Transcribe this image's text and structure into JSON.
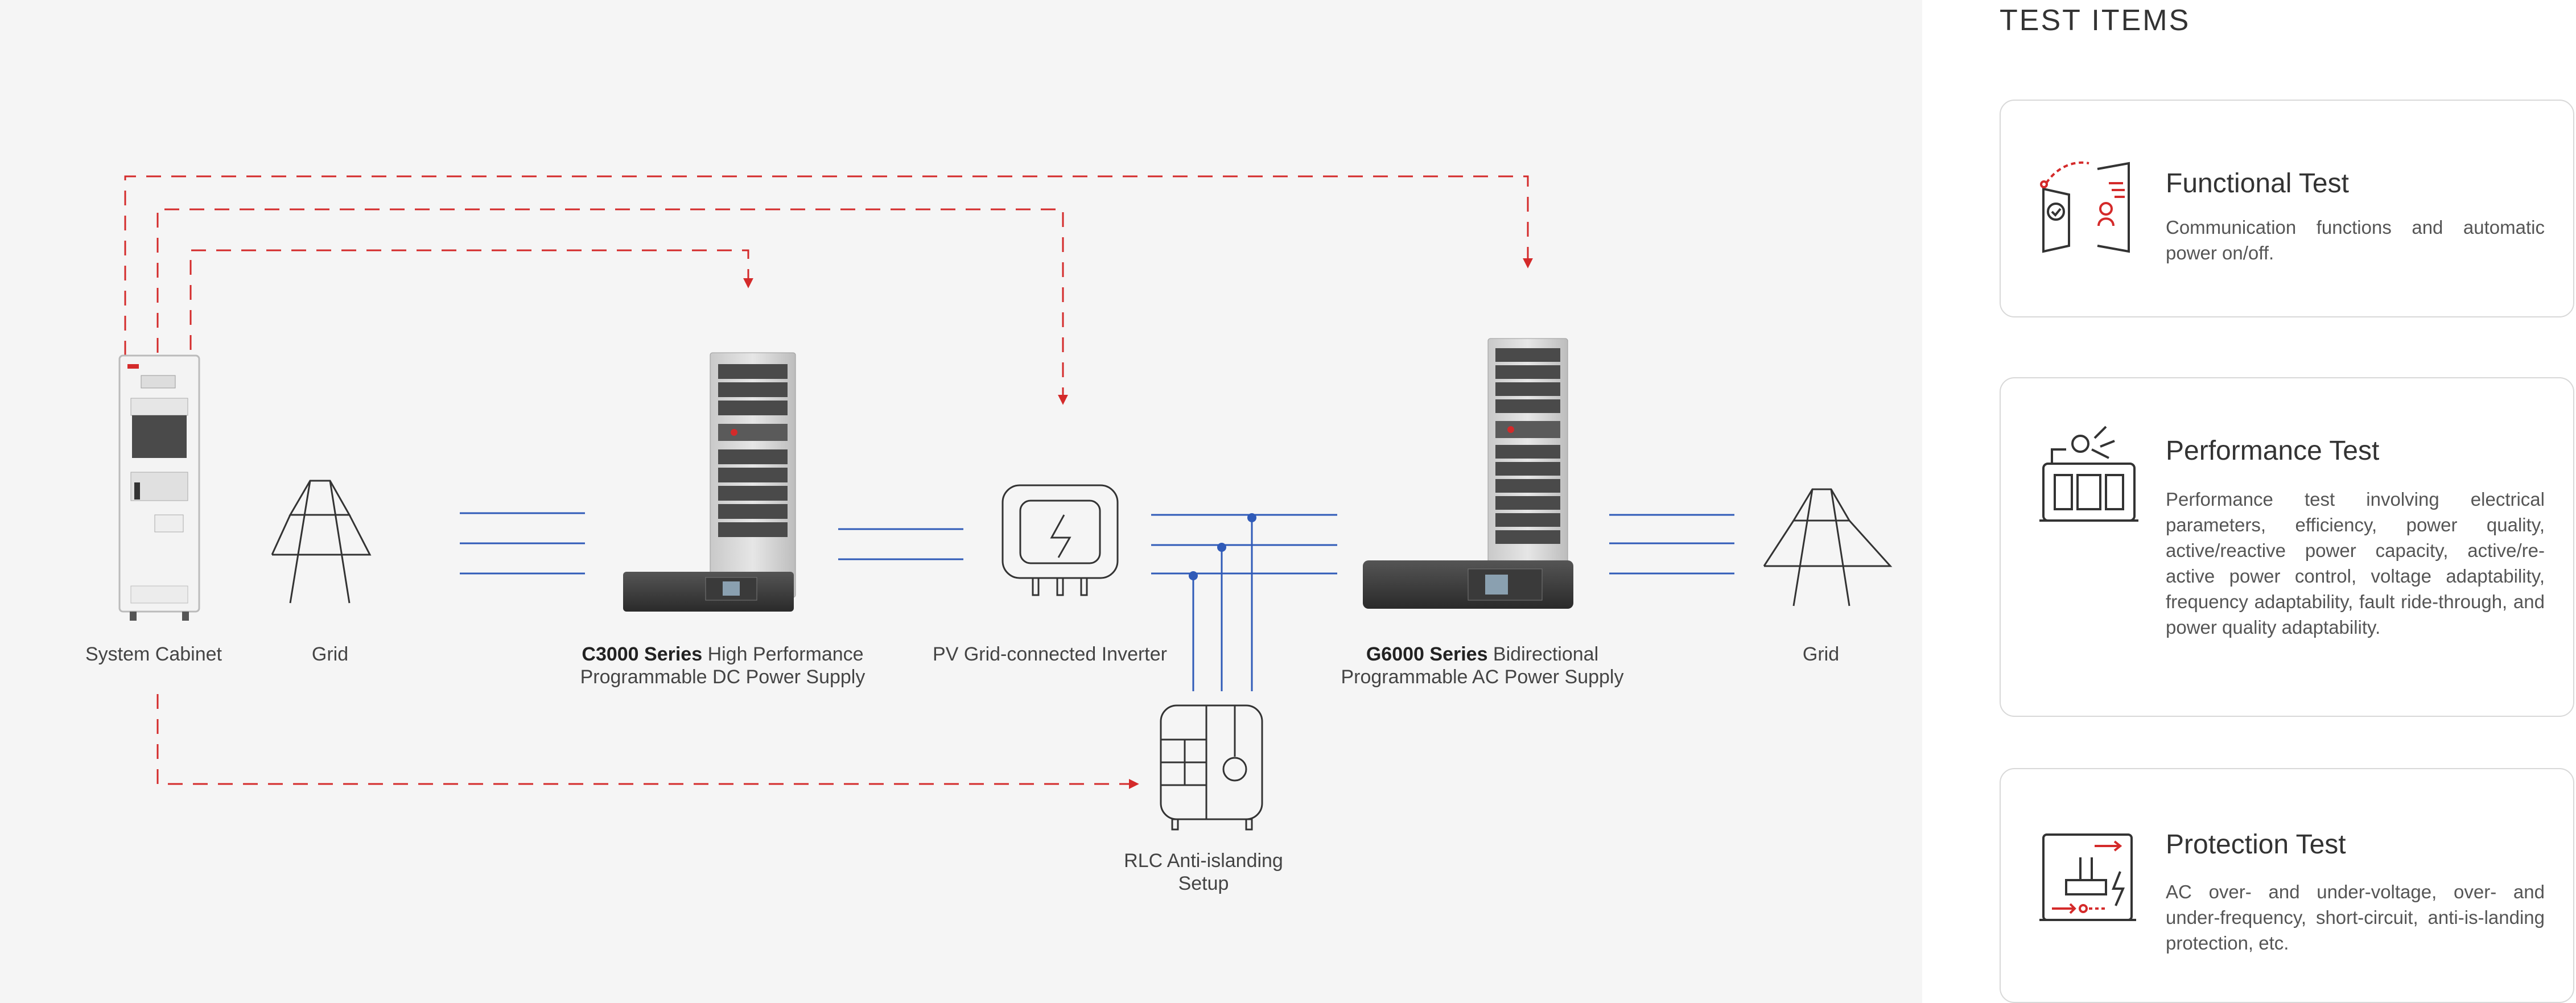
{
  "diagram": {
    "labels": {
      "system_cabinet": "System Cabinet",
      "grid_left": "Grid",
      "c3000_series": "C3000 Series",
      "c3000_line1_rest": " High Performance",
      "c3000_line2": "Programmable DC Power Supply",
      "inverter": "PV Grid-connected Inverter",
      "g6000_series": "G6000 Series",
      "g6000_line1_rest": " Bidirectional",
      "g6000_line2": "Programmable AC Power Supply",
      "grid_right": "Grid",
      "rlc_line1": "RLC Anti-islanding",
      "rlc_line2": "Setup"
    },
    "colors": {
      "signal": "#d42a2a",
      "power": "#2f5ab8",
      "icon": "#333333"
    }
  },
  "test_items": {
    "heading": "TEST ITEMS",
    "cards": [
      {
        "title": "Functional Test",
        "icon": "functional-test-icon",
        "description": "Communication functions and automatic power on/off."
      },
      {
        "title": "Performance Test",
        "icon": "performance-test-icon",
        "description": "Performance test involving electrical parameters, efficiency, power quality, active/reactive power capacity, active/re-active power control, voltage adaptability, frequency adaptability, fault ride-through, and power quality adaptability."
      },
      {
        "title": "Protection Test",
        "icon": "protection-test-icon",
        "description": "AC over- and under-voltage, over- and under-frequency, short-circuit, anti-is-landing protection, etc."
      }
    ]
  }
}
